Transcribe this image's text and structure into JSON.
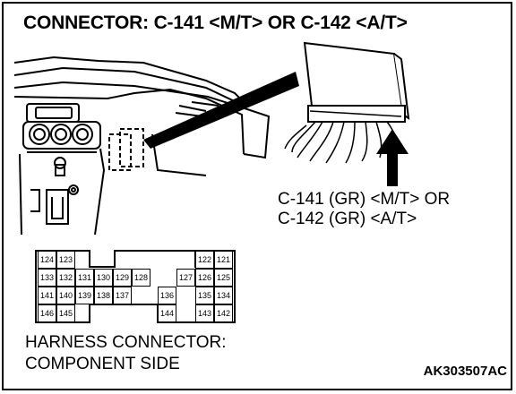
{
  "title": "CONNECTOR: C-141 <M/T> OR C-142 <A/T>",
  "connector_label_line1": "C-141 (GR) <M/T> OR",
  "connector_label_line2": "C-142 (GR) <A/T>",
  "harness_line1": "HARNESS CONNECTOR:",
  "harness_line2": "COMPONENT SIDE",
  "figure_code": "AK303507AC",
  "pins": [
    "124",
    "123",
    "122",
    "121",
    "133",
    "132",
    "131",
    "130",
    "129",
    "128",
    "127",
    "126",
    "125",
    "141",
    "140",
    "139",
    "138",
    "137",
    "136",
    "135",
    "134",
    "146",
    "145",
    "144",
    "143",
    "142"
  ]
}
